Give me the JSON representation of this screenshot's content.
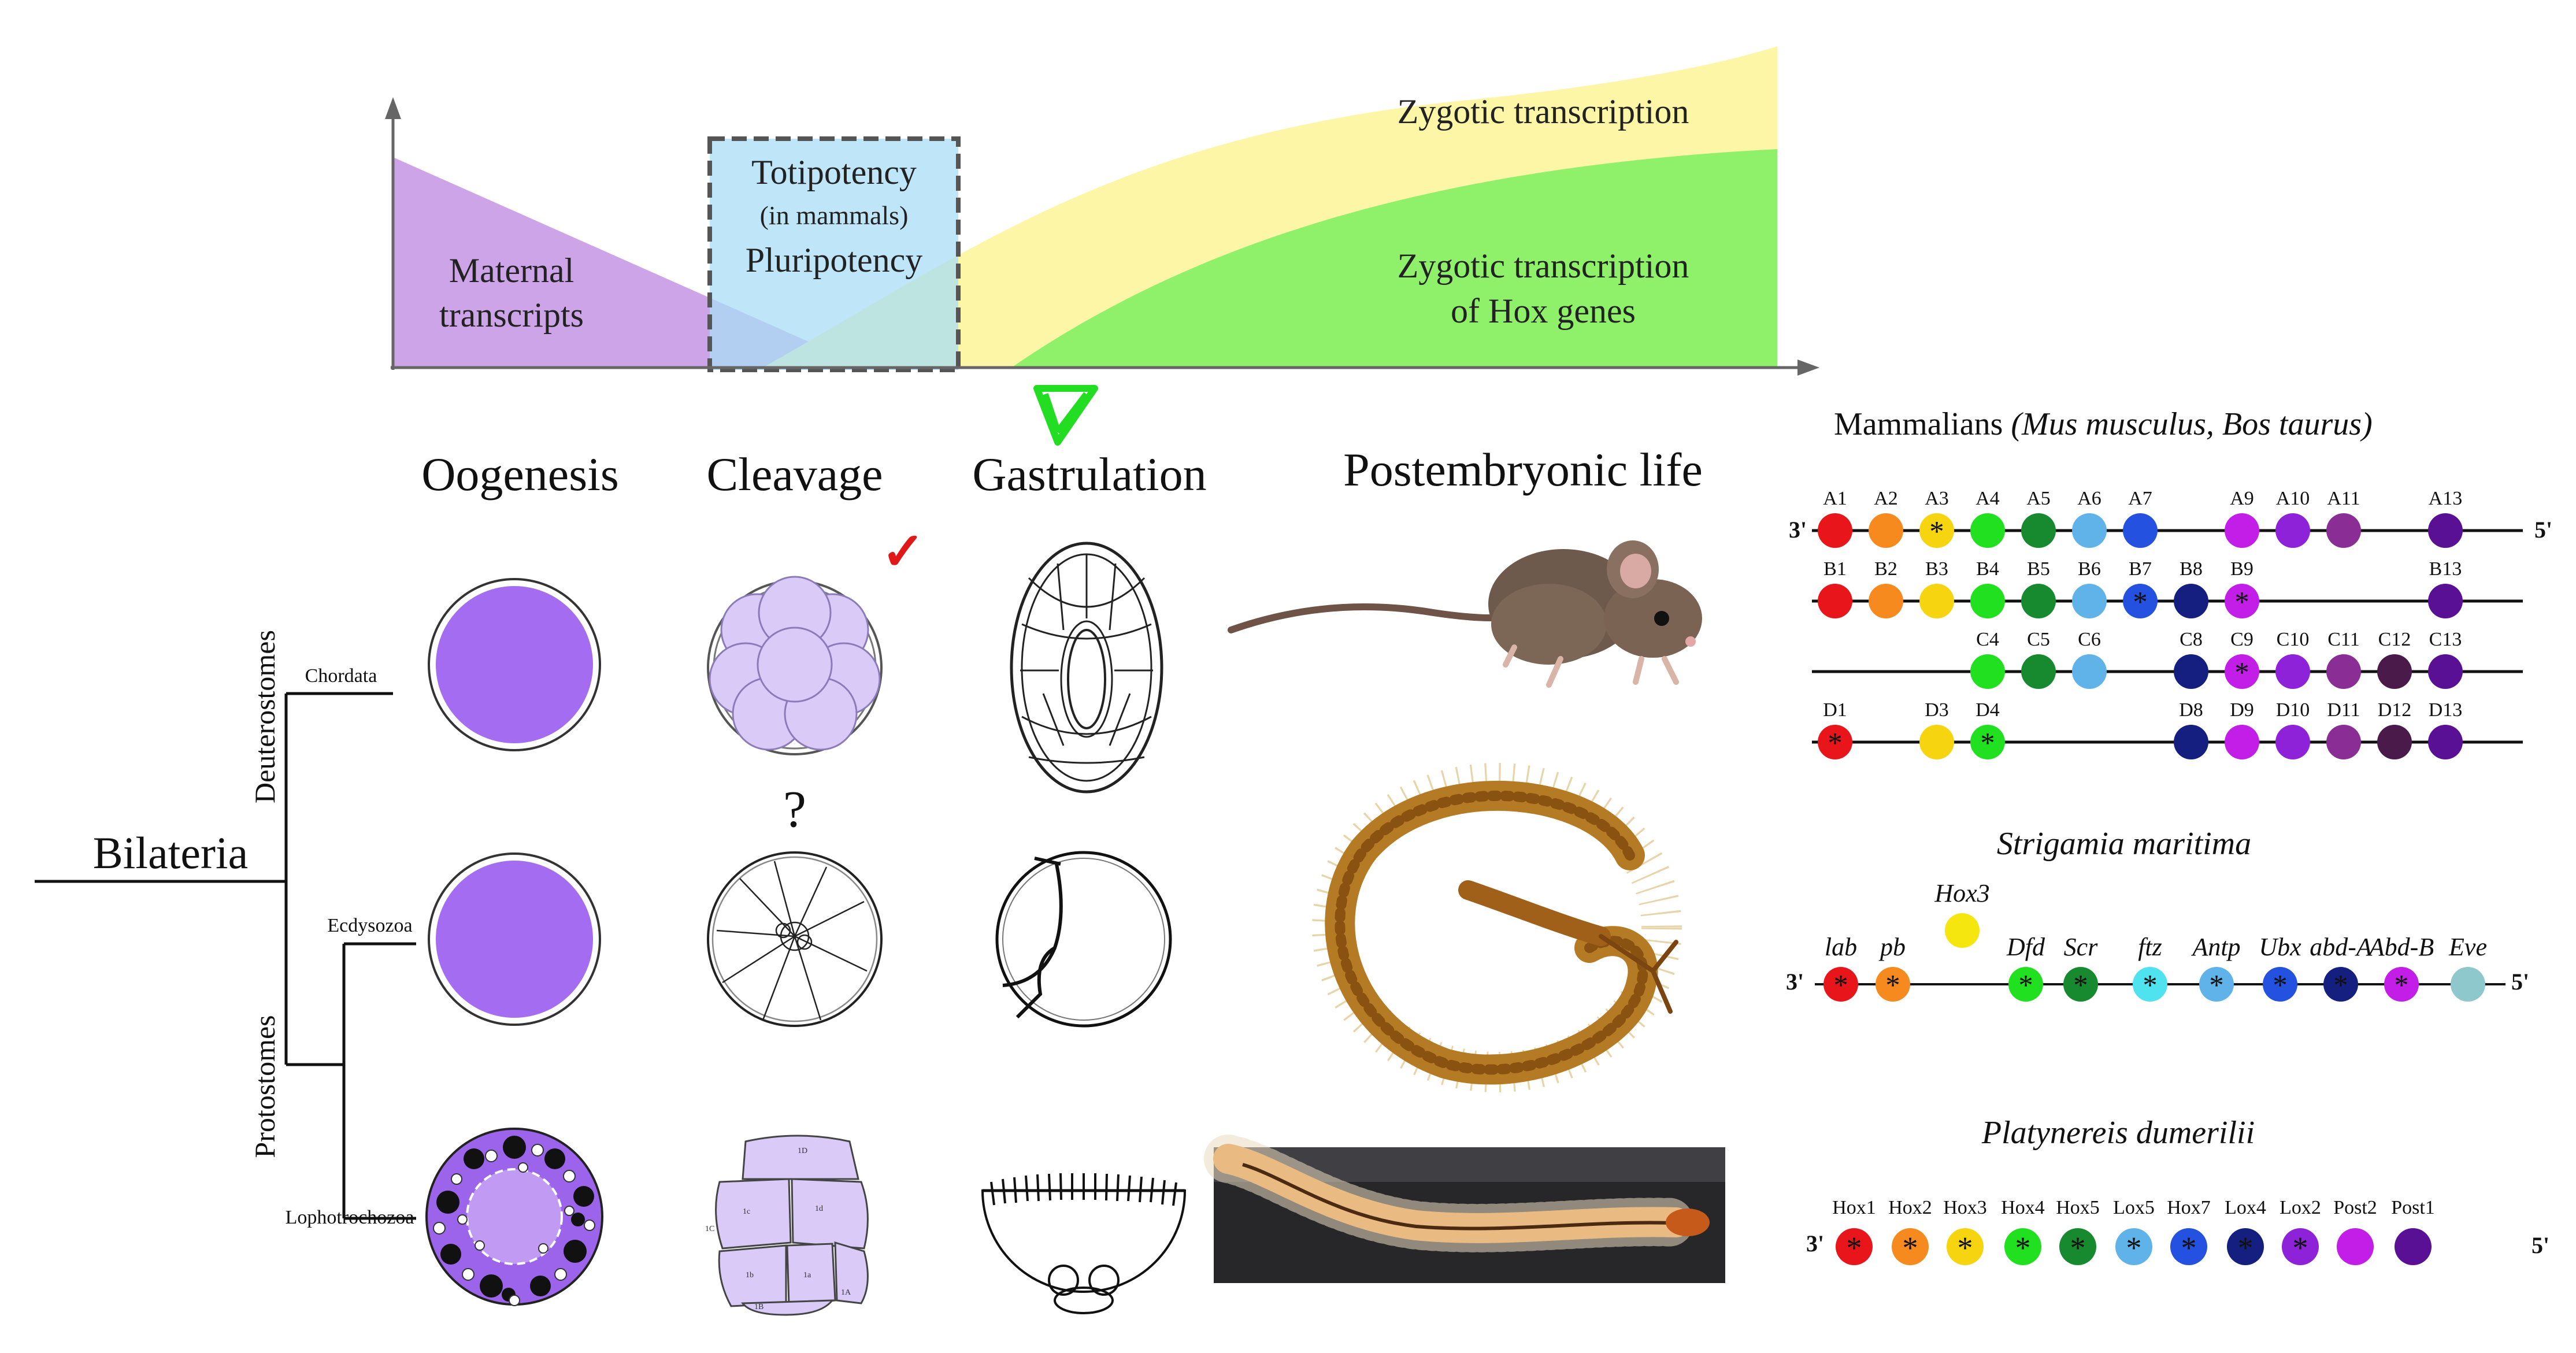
{
  "timeline": {
    "maternal_line1": "Maternal",
    "maternal_line2": "transcripts",
    "toti_line1": "Totipotency",
    "toti_line2": "(in mammals)",
    "toti_line3": "Pluripotency",
    "zygotic": "Zygotic transcription",
    "hox_line1": "Zygotic transcription",
    "hox_line2": "of Hox genes"
  },
  "stages": {
    "oogenesis": "Oogenesis",
    "cleavage": "Cleavage",
    "gastrulation": "Gastrulation",
    "postembryonic": "Postembryonic life"
  },
  "tree": {
    "root": "Bilateria",
    "deuterostomes": "Deuterostomes",
    "protostomes": "Protostomes",
    "chordata": "Chordata",
    "ecdysozoa": "Ecdysozoa",
    "lophotrochozoa": "Lophotrochozoa"
  },
  "marks": {
    "question": "?",
    "check": "✓"
  },
  "colors": {
    "maternal": "#c89ae6",
    "toti_box": "#a8def5",
    "zygotic": "#fdf6a6",
    "hox": "#8ff06a",
    "arrow": "#22dd22",
    "egg_fill": "#a46cf0",
    "cell_fill": "#d9caf7"
  },
  "mammals": {
    "title": "Mammalians ",
    "species": "(Mus musculus, Bos taurus)",
    "end3": "3'",
    "end5": "5'",
    "clusters": [
      {
        "genes": [
          {
            "label": "A1",
            "slot": 1,
            "color": "#e8151b",
            "star": false
          },
          {
            "label": "A2",
            "slot": 2,
            "color": "#f68a1e",
            "star": false
          },
          {
            "label": "A3",
            "slot": 3,
            "color": "#f6d410",
            "star": true
          },
          {
            "label": "A4",
            "slot": 4,
            "color": "#20e020",
            "star": false
          },
          {
            "label": "A5",
            "slot": 5,
            "color": "#178a2f",
            "star": false
          },
          {
            "label": "A6",
            "slot": 6,
            "color": "#5fb3e8",
            "star": false
          },
          {
            "label": "A7",
            "slot": 7,
            "color": "#2451e0",
            "star": false
          },
          {
            "label": "A9",
            "slot": 9,
            "color": "#c21ee8",
            "star": false
          },
          {
            "label": "A10",
            "slot": 10,
            "color": "#8e22d8",
            "star": false
          },
          {
            "label": "A11",
            "slot": 11,
            "color": "#8a2d95",
            "star": false
          },
          {
            "label": "A13",
            "slot": 13,
            "color": "#5a1095",
            "star": false
          }
        ]
      },
      {
        "genes": [
          {
            "label": "B1",
            "slot": 1,
            "color": "#e8151b",
            "star": false
          },
          {
            "label": "B2",
            "slot": 2,
            "color": "#f68a1e",
            "star": false
          },
          {
            "label": "B3",
            "slot": 3,
            "color": "#f6d410",
            "star": false
          },
          {
            "label": "B4",
            "slot": 4,
            "color": "#20e020",
            "star": false
          },
          {
            "label": "B5",
            "slot": 5,
            "color": "#178a2f",
            "star": false
          },
          {
            "label": "B6",
            "slot": 6,
            "color": "#5fb3e8",
            "star": false
          },
          {
            "label": "B7",
            "slot": 7,
            "color": "#2451e0",
            "star": true
          },
          {
            "label": "B8",
            "slot": 8,
            "color": "#141f80",
            "star": false
          },
          {
            "label": "B9",
            "slot": 9,
            "color": "#c21ee8",
            "star": true
          },
          {
            "label": "B13",
            "slot": 13,
            "color": "#5a1095",
            "star": false
          }
        ]
      },
      {
        "genes": [
          {
            "label": "C4",
            "slot": 4,
            "color": "#20e020",
            "star": false
          },
          {
            "label": "C5",
            "slot": 5,
            "color": "#178a2f",
            "star": false
          },
          {
            "label": "C6",
            "slot": 6,
            "color": "#5fb3e8",
            "star": false
          },
          {
            "label": "C8",
            "slot": 8,
            "color": "#141f80",
            "star": false
          },
          {
            "label": "C9",
            "slot": 9,
            "color": "#c21ee8",
            "star": true
          },
          {
            "label": "C10",
            "slot": 10,
            "color": "#8e22d8",
            "star": false
          },
          {
            "label": "C11",
            "slot": 11,
            "color": "#8a2d95",
            "star": false
          },
          {
            "label": "C12",
            "slot": 12,
            "color": "#4a1a4a",
            "star": false
          },
          {
            "label": "C13",
            "slot": 13,
            "color": "#5a1095",
            "star": false
          }
        ]
      },
      {
        "genes": [
          {
            "label": "D1",
            "slot": 1,
            "color": "#e8151b",
            "star": true
          },
          {
            "label": "D3",
            "slot": 3,
            "color": "#f6d410",
            "star": false
          },
          {
            "label": "D4",
            "slot": 4,
            "color": "#20e020",
            "star": true
          },
          {
            "label": "D8",
            "slot": 8,
            "color": "#141f80",
            "star": false
          },
          {
            "label": "D9",
            "slot": 9,
            "color": "#c21ee8",
            "star": false
          },
          {
            "label": "D10",
            "slot": 10,
            "color": "#8e22d8",
            "star": false
          },
          {
            "label": "D11",
            "slot": 11,
            "color": "#8a2d95",
            "star": false
          },
          {
            "label": "D12",
            "slot": 12,
            "color": "#4a1a4a",
            "star": false
          },
          {
            "label": "D13",
            "slot": 13,
            "color": "#5a1095",
            "star": false
          }
        ]
      }
    ]
  },
  "strigamia": {
    "title": "Strigamia maritima",
    "end3": "3'",
    "end5": "5'",
    "hox3": {
      "label": "Hox3",
      "color": "#f6e610"
    },
    "genes": [
      {
        "label": "lab",
        "color": "#e8151b",
        "star": true
      },
      {
        "label": "pb",
        "color": "#f68a1e",
        "star": true
      },
      {
        "label": "Dfd",
        "color": "#20e020",
        "star": true
      },
      {
        "label": "Scr",
        "color": "#178a2f",
        "star": true
      },
      {
        "label": "ftz",
        "color": "#4ee3ef",
        "star": true
      },
      {
        "label": "Antp",
        "color": "#5fb3e8",
        "star": true
      },
      {
        "label": "Ubx",
        "color": "#2451e0",
        "star": true
      },
      {
        "label": "abd-A",
        "color": "#141f80",
        "star": true
      },
      {
        "label": "Abd-B",
        "color": "#c21ee8",
        "star": true
      },
      {
        "label": "Eve",
        "color": "#8ec8cc",
        "star": false
      }
    ]
  },
  "platynereis": {
    "title": "Platynereis dumerilii",
    "end3": "3'",
    "end5": "5'",
    "genes": [
      {
        "label": "Hox1",
        "color": "#e8151b",
        "star": true
      },
      {
        "label": "Hox2",
        "color": "#f68a1e",
        "star": true
      },
      {
        "label": "Hox3",
        "color": "#f6d410",
        "star": true
      },
      {
        "label": "Hox4",
        "color": "#20e020",
        "star": true
      },
      {
        "label": "Hox5",
        "color": "#178a2f",
        "star": true
      },
      {
        "label": "Lox5",
        "color": "#5fb3e8",
        "star": true
      },
      {
        "label": "Hox7",
        "color": "#2451e0",
        "star": true
      },
      {
        "label": "Lox4",
        "color": "#141f80",
        "star": true
      },
      {
        "label": "Lox2",
        "color": "#8e22d8",
        "star": true
      },
      {
        "label": "Post2",
        "color": "#c21ee8",
        "star": false
      },
      {
        "label": "Post1",
        "color": "#5a1095",
        "star": false
      }
    ]
  }
}
